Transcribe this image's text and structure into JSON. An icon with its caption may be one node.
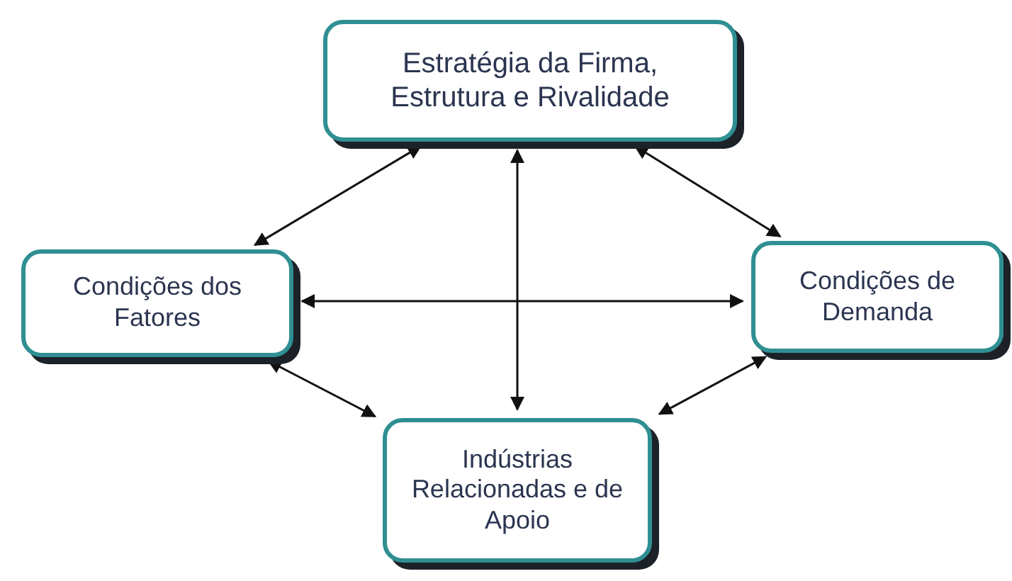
{
  "diagram": {
    "nodes": [
      {
        "text": [
          "Estratégia da Firma, Estrutura e Rivalidade"
        ]
      },
      {
        "text": [
          "Condições dos Fatores"
        ]
      },
      {
        "text": [
          "Condições de Demanda"
        ]
      },
      {
        "text": [
          "Indústrias Relacionadas e de Apoio"
        ]
      }
    ],
    "edges": [
      {
        "from": 0,
        "to": 1,
        "arrow": "both"
      },
      {
        "from": 0,
        "to": 2,
        "arrow": "both"
      },
      {
        "from": 1,
        "to": 3,
        "arrow": "both"
      },
      {
        "from": 2,
        "to": 3,
        "arrow": "both"
      },
      {
        "from": 0,
        "to": 3,
        "arrow": "both"
      },
      {
        "from": 1,
        "to": 2,
        "arrow": "both"
      }
    ]
  }
}
